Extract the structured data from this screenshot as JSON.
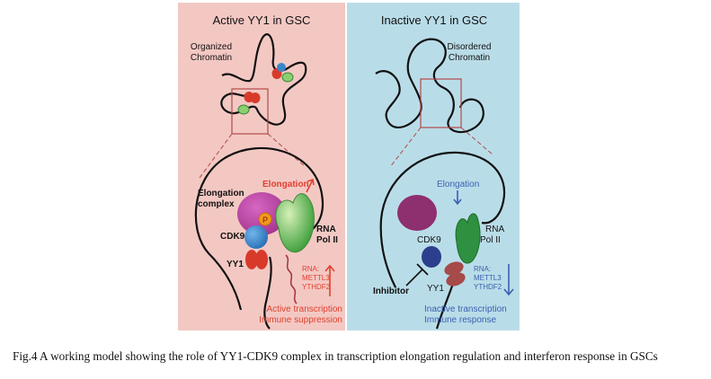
{
  "colors": {
    "active_bg": "#f3c8c3",
    "inactive_bg": "#b9dde8",
    "red": "#e0402f",
    "blue": "#3b5fb0",
    "magenta": "#b43f9c",
    "dark_magenta": "#8e2f6f",
    "green": "#3aa04a",
    "light_green": "#8ccf6e",
    "cdk9_blue": "#3a86c8",
    "yy1_red": "#d83a2a",
    "orange": "#f39a1e"
  },
  "active_panel": {
    "title": "Active YY1 in GSC",
    "chromatin_label": [
      "Organized",
      "Chromatin"
    ],
    "elongation_label": "Elongation",
    "complex_label": [
      "Elongation",
      "complex"
    ],
    "cdk9_label": "CDK9",
    "phospho_label": "P",
    "polii_label": [
      "RNA",
      "Pol II"
    ],
    "yy1_label": "YY1",
    "rna_label": [
      "RNA:",
      "METTL3",
      "YTHDF2"
    ],
    "outcome": [
      "Active transcription",
      "Immune suppression"
    ]
  },
  "inactive_panel": {
    "title": "Inactive YY1 in GSC",
    "chromatin_label": [
      "Disordered",
      "Chromatin"
    ],
    "elongation_label": "Elongation",
    "cdk9_label": "CDK9",
    "polii_label": [
      "RNA",
      "Pol II"
    ],
    "inhibitor_label": "Inhibitor",
    "yy1_label": "YY1",
    "rna_label": [
      "RNA:",
      "METTL3",
      "YTHDF2"
    ],
    "outcome": [
      "Inactive transcription",
      "Immune response"
    ]
  },
  "caption": "Fig.4 A working model showing the role of YY1-CDK9 complex in transcription elongation regulation and interferon response in GSCs"
}
